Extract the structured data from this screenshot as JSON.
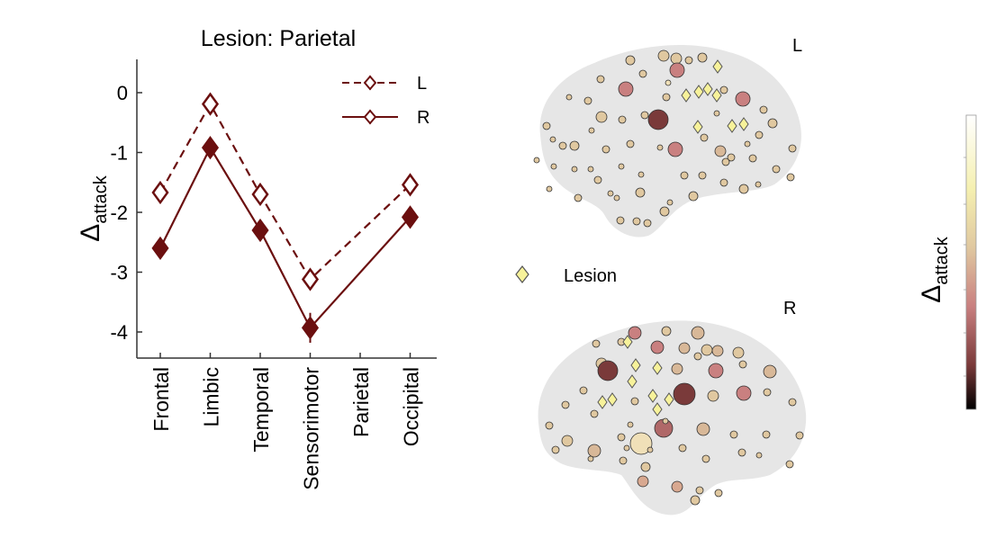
{
  "chart_data": [
    {
      "type": "line",
      "title": "Lesion: Parietal",
      "ylabel_symbol": "Δ",
      "ylabel_subscript": "attack",
      "categories": [
        "Frontal",
        "Limbic",
        "Temporal",
        "Sensorimotor",
        "Parietal",
        "Occipital"
      ],
      "ylim": [
        -4.4,
        0.5
      ],
      "yticks": [
        "0",
        "-1",
        "-2",
        "-3",
        "-4"
      ],
      "ytick_values": [
        0,
        -1,
        -2,
        -3,
        -4
      ],
      "grid": false,
      "legend_position": "top-right",
      "series": [
        {
          "name": "L",
          "line_style": "dashed",
          "marker": "open-diamond",
          "values": [
            -1.67,
            -0.19,
            -1.7,
            -3.12,
            null,
            -1.54
          ],
          "errors": [
            0.1,
            0.1,
            0.1,
            0.15,
            null,
            0.1
          ]
        },
        {
          "name": "R",
          "line_style": "solid",
          "marker": "filled-diamond",
          "values": [
            -2.6,
            -0.92,
            -2.3,
            -3.93,
            null,
            -2.08
          ],
          "errors": [
            0.12,
            0.1,
            0.1,
            0.25,
            null,
            0.1
          ]
        }
      ],
      "color": "#6b0f0f"
    },
    {
      "type": "scatter",
      "panel": "brain-node-maps",
      "hemisphere_labels": [
        "L",
        "R"
      ],
      "lesion_legend_label": "Lesion",
      "colorbar_label_symbol": "Δ",
      "colorbar_label_subscript": "attack",
      "colorbar_colors": [
        "#ffffff",
        "#f5f0b0",
        "#e0c8a0",
        "#c98080",
        "#7a3a3a",
        "#000000"
      ],
      "lesion_color": "#f7f29a",
      "brain_color": "#e6e6e6"
    }
  ]
}
